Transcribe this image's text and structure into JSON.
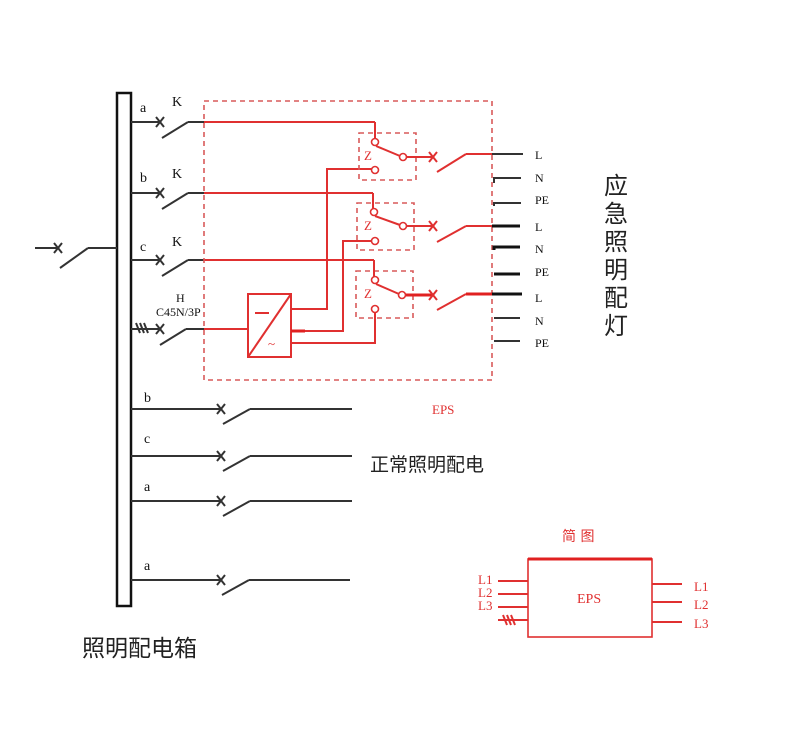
{
  "panel": {
    "title": "照明配电箱",
    "incoming_breaker": "main-breaker"
  },
  "emergency_feeders": [
    {
      "phase": "a",
      "switch_label": "K"
    },
    {
      "phase": "b",
      "switch_label": "K"
    },
    {
      "phase": "c",
      "switch_label": "K"
    }
  ],
  "eps_feed": {
    "label_top": "H",
    "label_model": "C45N/3P"
  },
  "eps_box": {
    "label": "EPS",
    "transfer_switch_label": "Z",
    "converter": {
      "dc_symbol": "—",
      "ac_symbol": "~"
    }
  },
  "emergency_outputs": {
    "terminals": [
      "L",
      "N",
      "PE",
      "L",
      "N",
      "PE",
      "L",
      "N",
      "PE"
    ],
    "title": "应急照明配灯"
  },
  "normal_feeders": [
    {
      "phase": "b"
    },
    {
      "phase": "c"
    },
    {
      "phase": "a"
    },
    {
      "phase": "a"
    }
  ],
  "normal_title": "正常照明配电",
  "simplified": {
    "title": "简 图",
    "box_label": "EPS",
    "inputs": [
      "L1",
      "L2",
      "L3"
    ],
    "outputs": [
      "L1",
      "L2",
      "L3"
    ]
  },
  "colors": {
    "eps": "#e03030",
    "normal": "#333333"
  }
}
